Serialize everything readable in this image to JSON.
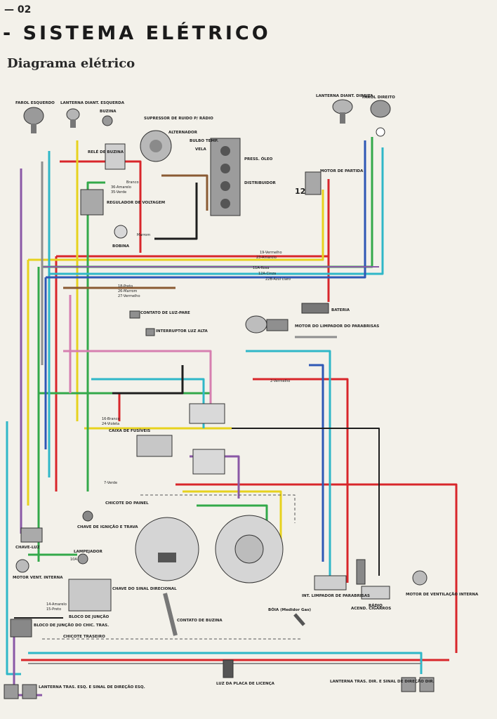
{
  "header": {
    "page_number": "— 02",
    "title": "- SISTEMA  ELÉTRICO",
    "subtitle": "Diagrama elétrico"
  },
  "components": {
    "farol_esq": "FAROL ESQUERDO",
    "lanterna_diant_esq": "LANTERNA DIANT. ESQUERDA",
    "buzina": "BUZINA",
    "rele_buzina": "RELÉ DE BUZINA",
    "supressor": "SUPRESSOR DE RUIDO P/ RÁDIO",
    "alternador": "ALTERNADOR",
    "bulbo_temp": "BULBO TEMP.",
    "press_oleo": "PRESS. ÓLEO",
    "vela": "VELA",
    "distribuidor": "DISTRIBUIDOR",
    "regulador": "REGULADOR DE VOLTAGEM",
    "bobina": "BOBINA",
    "lanterna_diant_dir": "LANTERNA DIANT. DIREITA",
    "farol_dir": "FAROL DIREITO",
    "motor_partida": "MOTOR DE PARTIDA",
    "bateria": "BATERIA",
    "contato_luz_pare": "CONTATO DE LUZ-PARE",
    "interruptor_luz_alta": "INTERRUPTOR LUZ ALTA",
    "motor_limpador": "MOTOR DO LIMPADOR DO PARABRISAS",
    "caixa_fusiveis": "CAIXA DE FUSÍVEIS",
    "chicote_painel": "CHICOTE DO PAINEL",
    "chave_ignicao": "CHAVE DE IGNIÇÃO E TRAVA",
    "chave_luz": "CHAVE-LUZ",
    "lampejador": "LAMPEJADOR",
    "motor_vent_esq": "MOTOR VENT. INTERNA",
    "chave_sinal": "CHAVE DO SINAL DIRECIONAL",
    "bloco_juncao": "BLOCO DE JUNÇÃO",
    "bloco_juncao_tras": "BLOCO DE JUNÇÃO DO CHIC. TRAS.",
    "contato_buzina": "CONTATO DE BUZINA",
    "boia": "BÓIA (Medidor Gas)",
    "int_limpador": "INT. LIMPADOR DE PARABRISAS",
    "acendedor": "ACEND. CIGARROS",
    "radio": "RÁDIO",
    "motor_vent_dir": "MOTOR DE VENTILAÇÃO INTERNA",
    "chicote_traseiro": "CHICOTE TRASEIRO",
    "luz_placa": "LUZ DA PLACA DE LICENÇA",
    "lanterna_tras_esq": "LANTERNA TRAS. ESQ. E SINAL DE DIREÇÃO ESQ.",
    "lanterna_tras_dir": "LANTERNA TRAS. DIR. E SINAL DE DIREÇÃO DIR.",
    "num_12": "12",
    "num_10a": "10A"
  },
  "wire_labels": {
    "w19": "19-Vermelho",
    "w23": "23-Amarelo",
    "w11a": "11A-Rosa",
    "w12a": "12A-Cinza",
    "w22b": "22B-Azul claro",
    "w18": "18-Preto",
    "w26": "26-Marrom",
    "w27": "27-Vermelho",
    "w16": "16-Branco",
    "w24": "24-Violeta",
    "w7": "7-Verde",
    "w2": "2-Vermelho",
    "w14": "14-Amarelo",
    "w15": "15-Preto",
    "w36": "36-Amarelo",
    "w35": "35-Verde",
    "wmarrom": "Marrom",
    "wbranco": "Branco"
  },
  "colors": {
    "red": "#d8262b",
    "yellow": "#e7d21e",
    "green": "#33a94a",
    "cyan": "#2fb7c8",
    "blue": "#2e57b5",
    "violet": "#8a58a6",
    "pink": "#d67fb0",
    "brown": "#8a5a33",
    "black": "#1e1e1e",
    "grey": "#8e8e8e",
    "white_wire": "#d8d8d8"
  }
}
